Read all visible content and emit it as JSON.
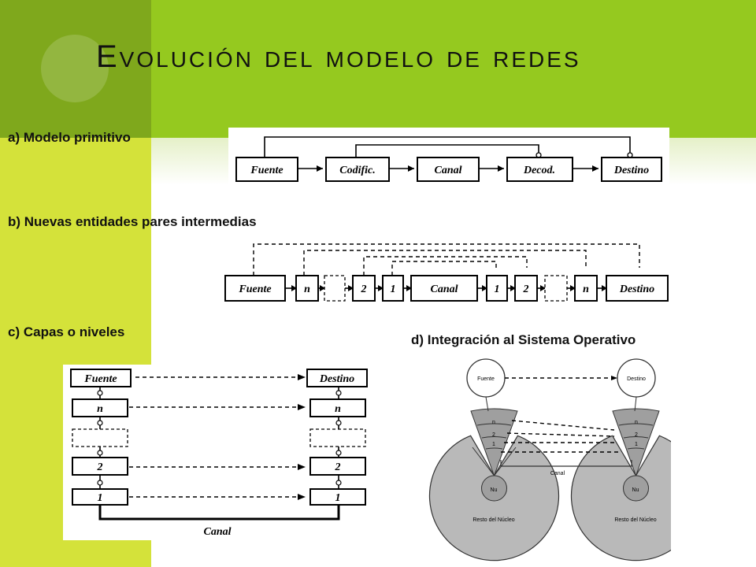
{
  "title": "Evolución del modelo de redes",
  "sections": {
    "a": {
      "label": "a) Modelo primitivo",
      "boxes": [
        "Fuente",
        "Codific.",
        "Canal",
        "Decod.",
        "Destino"
      ]
    },
    "b": {
      "label": "b) Nuevas entidades pares intermedias",
      "boxes": [
        "Fuente",
        "n",
        "",
        "2",
        "1",
        "Canal",
        "1",
        "2",
        "",
        "n",
        "Destino"
      ]
    },
    "c": {
      "label": "c) Capas o niveles",
      "left_boxes": [
        "Fuente",
        "n",
        "",
        "2",
        "1"
      ],
      "right_boxes": [
        "Destino",
        "n",
        "",
        "2",
        "1"
      ],
      "channel": "Canal"
    },
    "d": {
      "label": "d) Integración al Sistema Operativo",
      "left_node": "Fuente",
      "right_node": "Destino",
      "layer_labels": [
        "n",
        "2",
        "1"
      ],
      "channel": "Canal",
      "kernel_label": "Nu",
      "rest_label": "Resto del Núcleo"
    }
  },
  "colors": {
    "green_band": "#95c91f",
    "dark_green": "#7fa81c",
    "lime_sidebar": "#d4e23a",
    "disk_gray": "#b9b9b9",
    "sector_gray": "#9f9f9f"
  }
}
